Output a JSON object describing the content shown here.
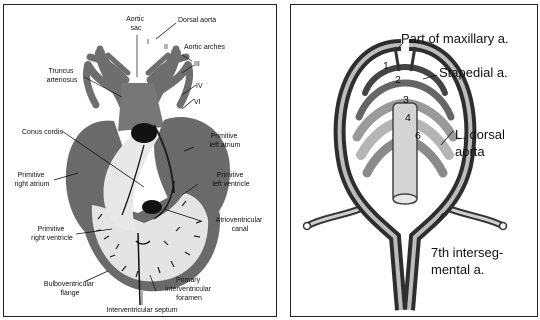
{
  "colors": {
    "tissue_dark": "#555555",
    "tissue_mid": "#7d7d7d",
    "tissue_light": "#d9d9d9",
    "vessel_dark": "#3a3a3a",
    "vessel_light": "#c8c8c8",
    "frame": "#222222"
  },
  "left_diagram": {
    "labels": {
      "aortic_sac": [
        "Aortic",
        "sac"
      ],
      "dorsal_aorta": "Dorsal aorta",
      "arch_i": "I",
      "arch_ii": "II",
      "aortic_arches": "Aortic arches",
      "arch_iii": "III",
      "arch_iv": "IV",
      "arch_vi": "VI",
      "truncus_arteriosus": [
        "Truncus",
        "arteriosus"
      ],
      "conus_cordis": "Conus cordis",
      "primitive_left_atrium": [
        "Primitive",
        "left atrium"
      ],
      "primitive_right_atrium": [
        "Primitive",
        "right atrium"
      ],
      "primitive_left_ventricle": [
        "Primitive",
        "left ventricle"
      ],
      "atrioventricular_canal": [
        "Atrioventricular",
        "canal"
      ],
      "primitive_right_ventricle": [
        "Primitive",
        "right ventricle"
      ],
      "bulboventricular_flange": [
        "Bulboventricular",
        "flange"
      ],
      "primary_interventricular_foramen": [
        "Primary",
        "interventricular",
        "foramen"
      ],
      "interventricular_septum": "Interventricular septum"
    }
  },
  "right_diagram": {
    "labels": {
      "maxillary": "Part of maxillary a.",
      "stapedial": "Stapedial a.",
      "l_dorsal_aorta": [
        "L. dorsal",
        "aorta"
      ],
      "intersegmental": [
        "7th interseg-",
        "mental a."
      ]
    },
    "arch_numbers": [
      "1",
      "2",
      "3",
      "4",
      "6"
    ]
  }
}
